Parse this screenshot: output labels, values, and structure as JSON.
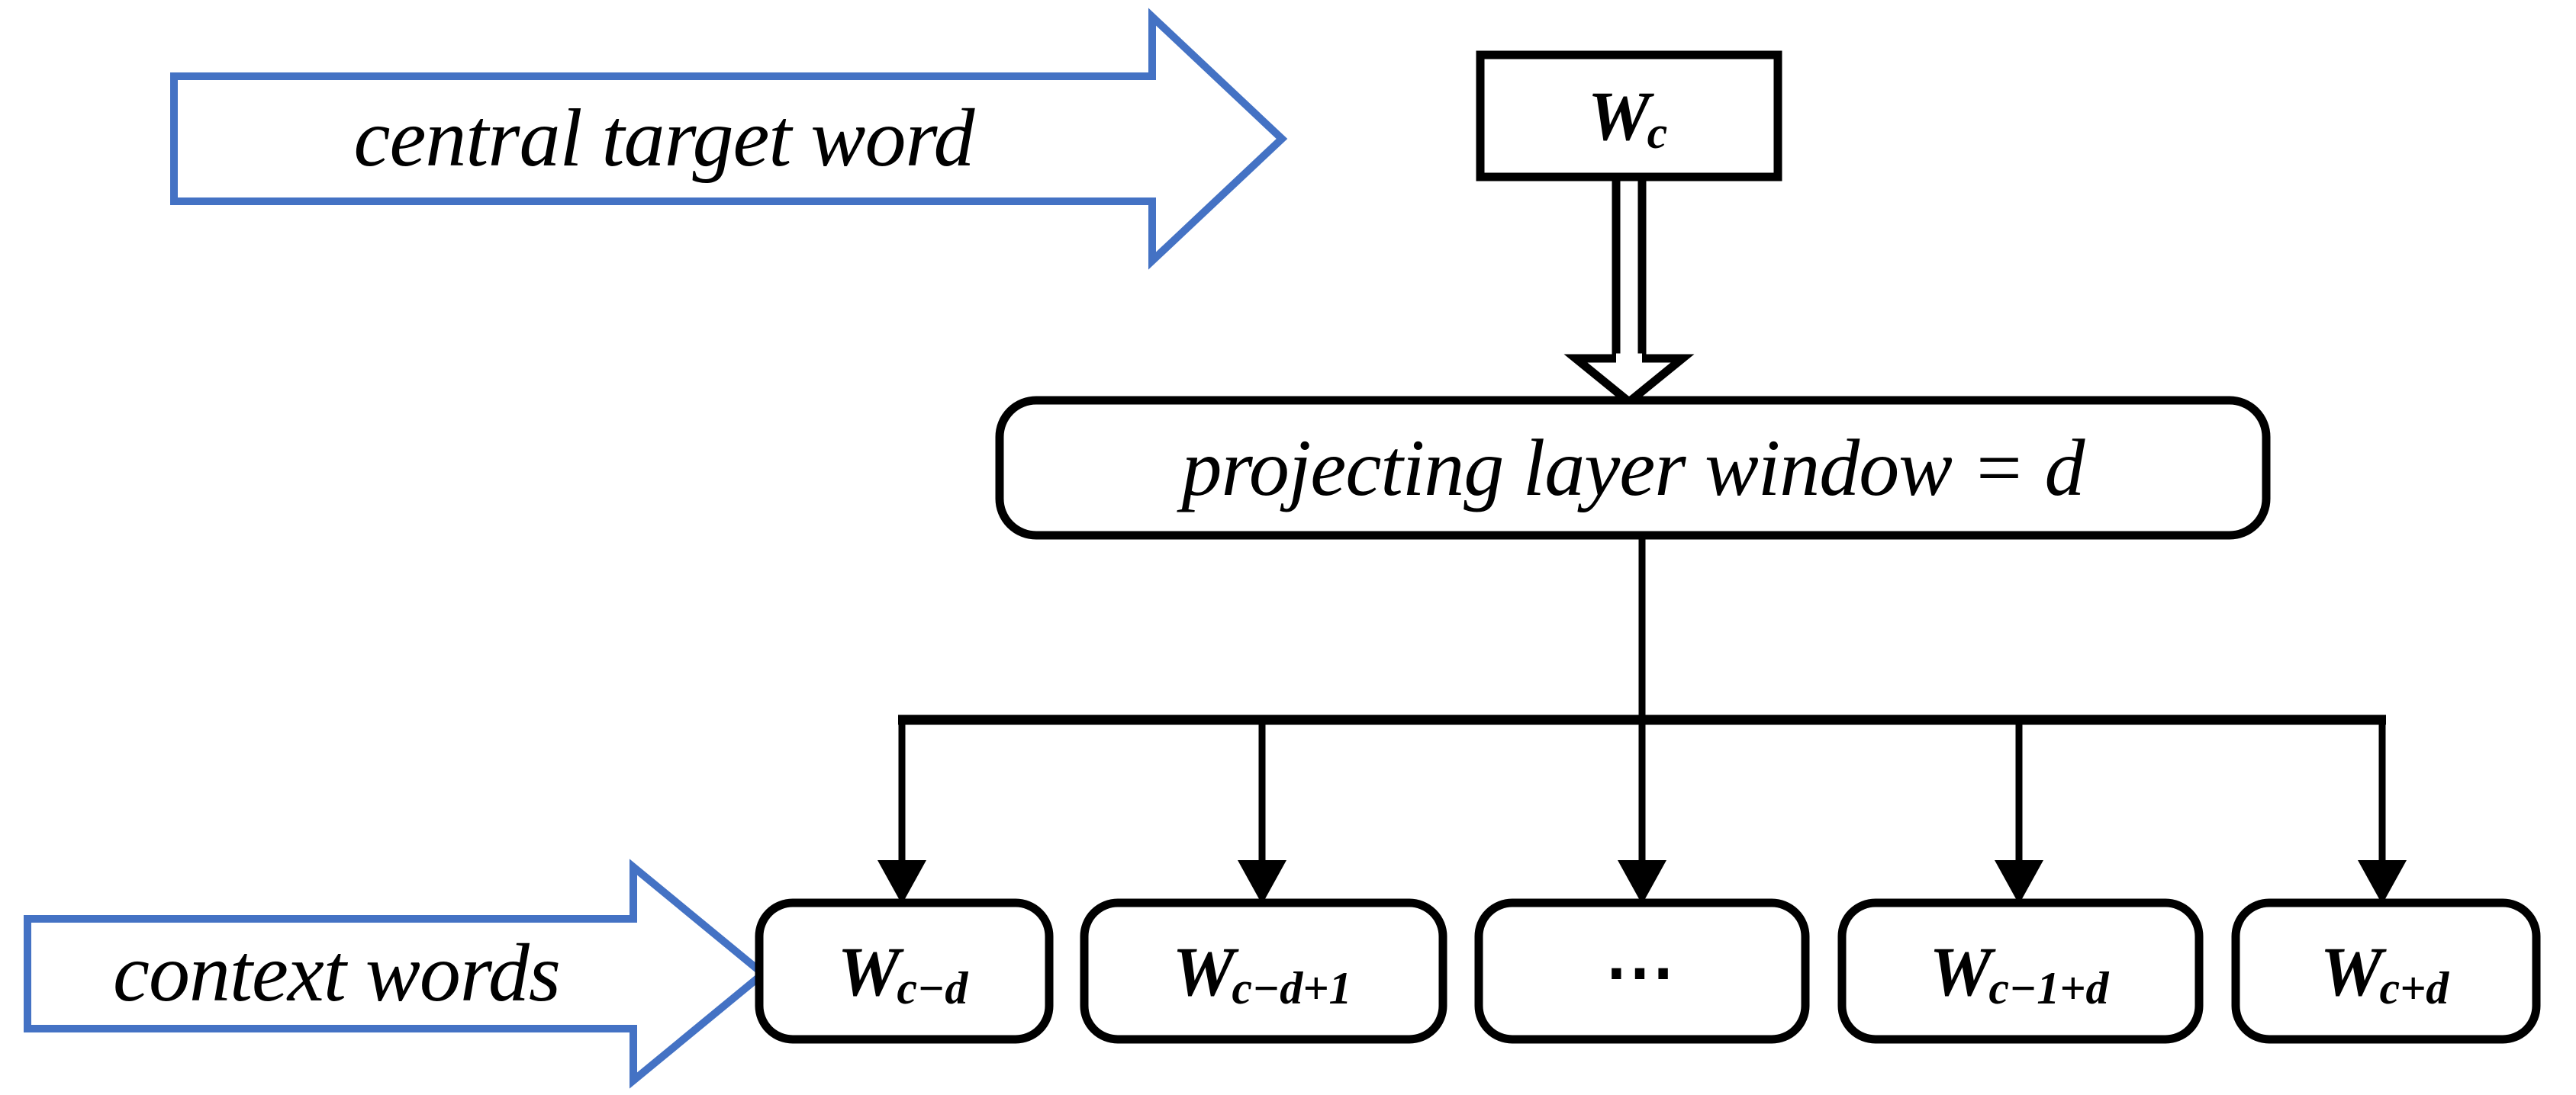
{
  "diagram": {
    "title": "CBOW / Skip-gram projection diagram",
    "background_color": "#ffffff",
    "stroke_color": "#000000",
    "banner_color": "#4472C4"
  },
  "banners": [
    {
      "id": "central-target-word",
      "label": "central target word",
      "direction": "right",
      "outline_color": "#4472C4",
      "fill": "none"
    },
    {
      "id": "context-words",
      "label": "context words",
      "direction": "right",
      "outline_color": "#4472C4",
      "fill": "none"
    }
  ],
  "nodes": {
    "center_word": {
      "id": "w-c",
      "base": "W",
      "subscript": "c",
      "text": "Wc",
      "shape": "rectangle"
    },
    "projecting_layer": {
      "id": "projecting-layer",
      "label": "projecting layer window = d",
      "shape": "rounded-rectangle"
    },
    "context_words": [
      {
        "id": "w-c-minus-d",
        "base": "W",
        "subscript": "c−d",
        "text": "Wc−d",
        "shape": "rounded-rectangle"
      },
      {
        "id": "w-c-minus-d-plus-1",
        "base": "W",
        "subscript": "c−d+1",
        "text": "Wc−d+1",
        "shape": "rounded-rectangle"
      },
      {
        "id": "w-ellipsis",
        "base": "",
        "subscript": "",
        "text": "⋯",
        "shape": "rounded-rectangle"
      },
      {
        "id": "w-c-minus-1-plus-d",
        "base": "W",
        "subscript": "c−1+d",
        "text": "Wc−1+d",
        "shape": "rounded-rectangle"
      },
      {
        "id": "w-c-plus-d",
        "base": "W",
        "subscript": "c+d",
        "text": "Wc+d",
        "shape": "rounded-rectangle"
      }
    ]
  },
  "edges": [
    {
      "id": "center-to-projection",
      "from": "w-c",
      "to": "projecting-layer",
      "style": "hollow-double-line-arrow"
    },
    {
      "id": "projection-to-bus",
      "from": "projecting-layer",
      "to": "distribution-bus",
      "style": "plain-line"
    },
    {
      "id": "bus-to-w-c-minus-d",
      "from": "distribution-bus",
      "to": "w-c-minus-d",
      "style": "solid-arrow"
    },
    {
      "id": "bus-to-w-c-minus-d-plus-1",
      "from": "distribution-bus",
      "to": "w-c-minus-d-plus-1",
      "style": "solid-arrow"
    },
    {
      "id": "bus-to-w-ellipsis",
      "from": "distribution-bus",
      "to": "w-ellipsis",
      "style": "solid-arrow"
    },
    {
      "id": "bus-to-w-c-minus-1-plus-d",
      "from": "distribution-bus",
      "to": "w-c-minus-1-plus-d",
      "style": "solid-arrow"
    },
    {
      "id": "bus-to-w-c-plus-d",
      "from": "distribution-bus",
      "to": "w-c-plus-d",
      "style": "solid-arrow"
    }
  ]
}
